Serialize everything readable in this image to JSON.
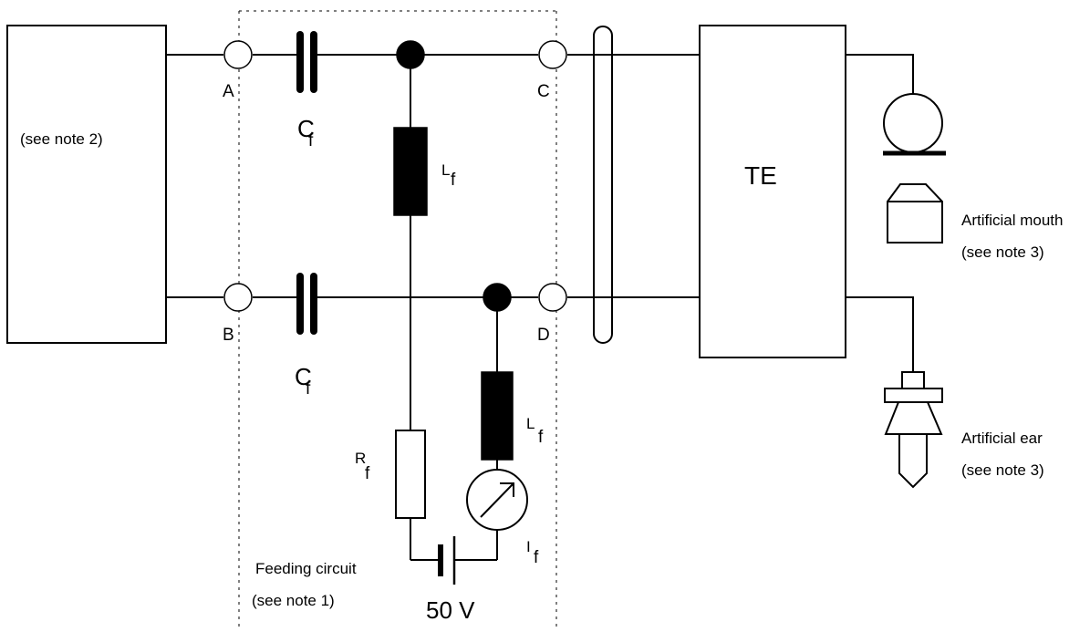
{
  "labels": {
    "terminal_a": "A",
    "terminal_b": "B",
    "terminal_c": "C",
    "terminal_d": "D",
    "cap_letter": "C",
    "cap_sub": "f",
    "ind_letter": "L",
    "ind_sub": "f",
    "res_letter": "R",
    "res_sub": "f",
    "current_letter": "I",
    "current_sub": "f",
    "source_box_note": "(see note 2)",
    "te": "TE",
    "mouth_title": "Artificial mouth",
    "mouth_note": "(see note 3)",
    "ear_title": "Artificial ear",
    "ear_note": "(see note 3)",
    "feeding_title": "Feeding circuit",
    "feeding_note": "(see note 1)",
    "battery_voltage": "50 V"
  },
  "colors": {
    "stroke": "#000000",
    "background": "#ffffff"
  }
}
